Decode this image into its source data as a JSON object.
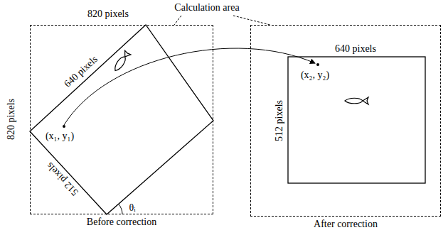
{
  "diagram": {
    "nodes": [
      {
        "text": [
          "Before correction"
        ]
      },
      {
        "text": [
          "After correction"
        ]
      }
    ],
    "labels": [
      "820 pixels",
      "Calculation area",
      "820 pixels",
      "640 pixels",
      "(x₁, y₁)",
      "512 pixels",
      "θᵢ",
      "640 pixels",
      "(x₂, y₂)",
      "512 pixels"
    ]
  }
}
